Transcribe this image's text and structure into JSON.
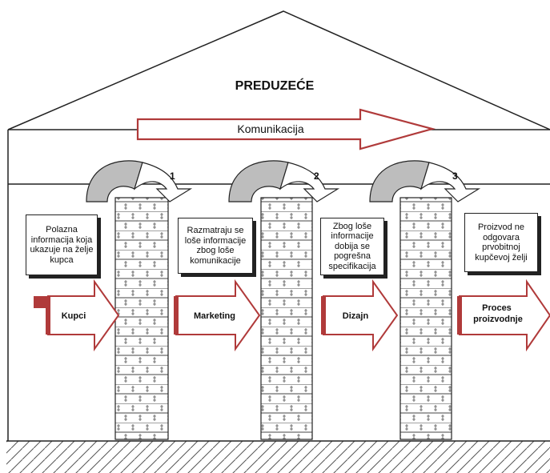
{
  "title": "PREDUZEĆE",
  "communication_label": "Komunikacija",
  "steps": [
    "1",
    "2",
    "3"
  ],
  "departments": [
    "Kupci",
    "Marketing",
    "Dizajn",
    "Proces proizvodnje"
  ],
  "notes": [
    "Polazna informacija koja ukazuje na želje kupca",
    "Razmatraju se loše informacije zbog loše komunikacije",
    "Zbog loše informacije dobija se pogrešna specifikacija",
    "Proizvod ne odgovara prvobitnoj kupčevoj želji"
  ],
  "colors": {
    "accent": "#b03a3a",
    "outline": "#222222",
    "curl_fill": "#bdbdbd"
  }
}
